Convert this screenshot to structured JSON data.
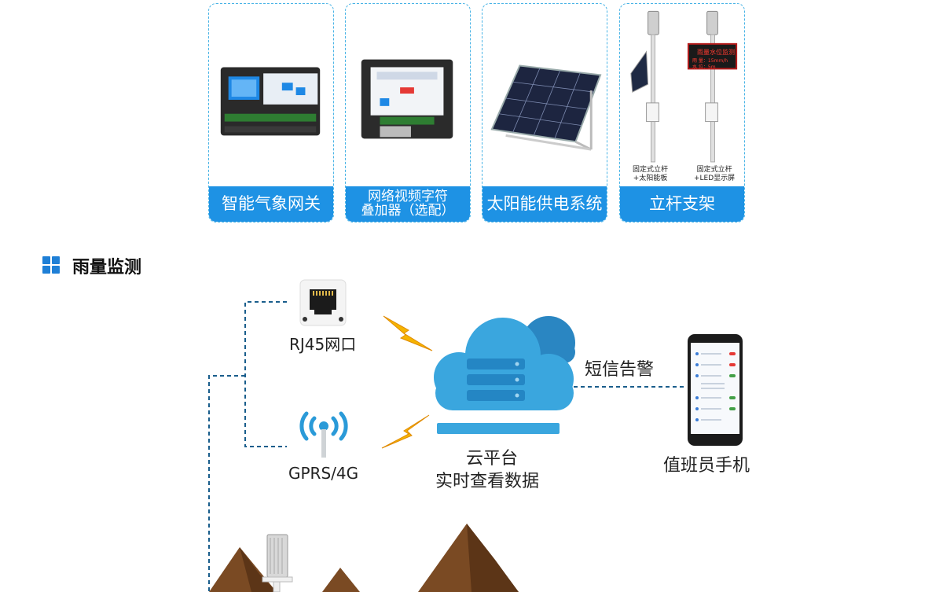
{
  "products": [
    {
      "label": "智能气象网关",
      "image": "weather-gateway-device"
    },
    {
      "label": "网络视频字符\n叠加器（选配）",
      "image": "video-character-overlay-device"
    },
    {
      "label": "太阳能供电系统",
      "image": "solar-panel"
    },
    {
      "label": "立杆支架",
      "image": "pole-bracket",
      "captions": {
        "left": "固定式立杆\n+太阳能板",
        "right": "固定式立杆\n+LED显示屏"
      },
      "led_screen": {
        "title": "雨量水位监测",
        "row1": "雨 量：15mm/h",
        "row2": "水 位：5m"
      }
    }
  ],
  "section": {
    "title": "雨量监测",
    "icon": "grid-squares-icon"
  },
  "diagram": {
    "rj45_label": "RJ45网口",
    "gprs_label": "GPRS/4G",
    "cloud_label_1": "云平台",
    "cloud_label_2": "实时查看数据",
    "sms_label": "短信告警",
    "phone_label": "值班员手机"
  },
  "colors": {
    "accent": "#1e92e4",
    "dash": "#1a5e8c",
    "cloud": "#3aa6de",
    "mountain": "#7a4a23"
  }
}
